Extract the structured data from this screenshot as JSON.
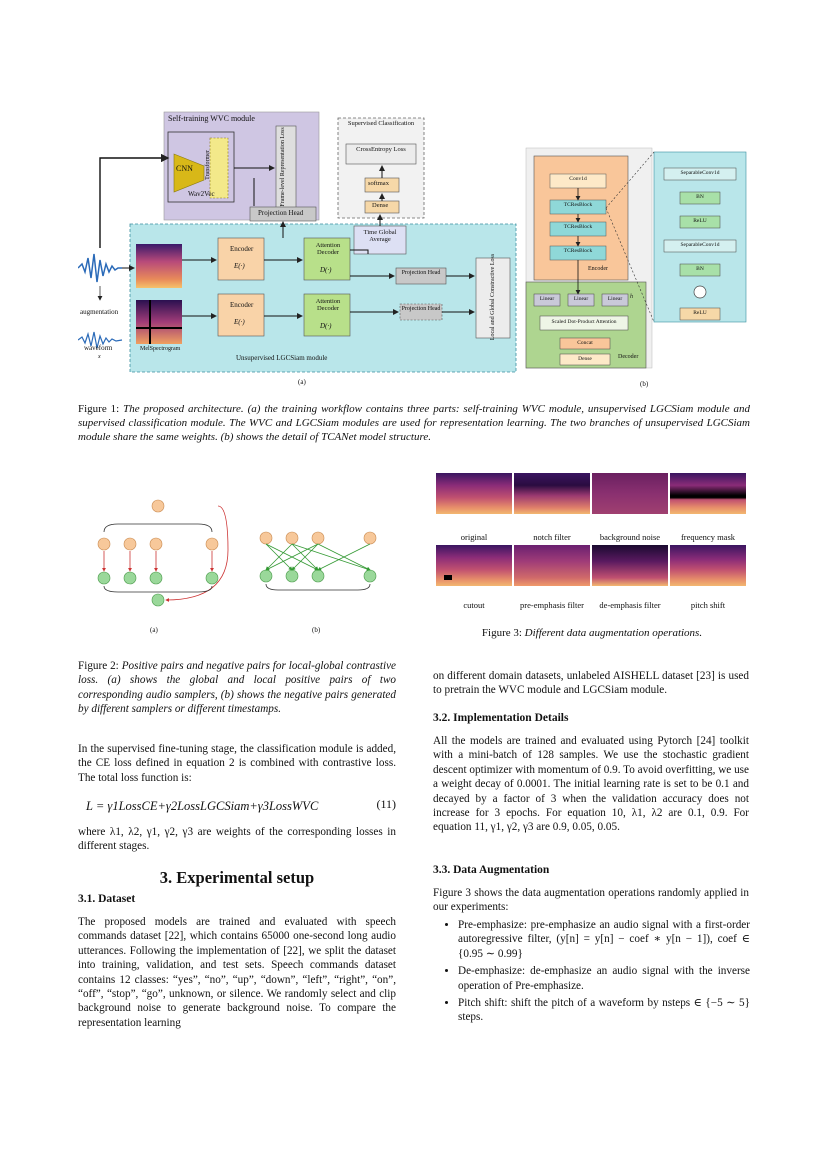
{
  "figure1": {
    "top_label": "Self-training WVC module",
    "cnn": "CNN",
    "transformer": "Transformer",
    "wav2vec": "Wav2Vec",
    "frame_level": "Frame-level Representation Loss",
    "proj_head": "Projection Head",
    "supervised": "Supervised Classification",
    "cross_entropy": "CrossEntropy Loss",
    "softmax": "softmax",
    "dense": "Dense",
    "time_global": "Time Global Average",
    "encoder": "Encoder",
    "encoder_fn": "E(·)",
    "attn_decoder": "Attention Decoder",
    "decoder_fn": "D(·)",
    "proj_head2": "Projection Head",
    "proj_head3": "Projection Head",
    "local_global": "Local and Global Constractive Loss",
    "augmentation": "augmentation",
    "waveform": "waveform",
    "waveform_sub": "x",
    "melspec": "MelSpectrogram",
    "unsup_label": "Unsupervised LGCSiam module",
    "sub_a": "(a)",
    "sub_b": "(b)",
    "tcan": {
      "conv1d": "Conv1d",
      "block1": "TCResBlock",
      "block2": "TCResBlock",
      "block3": "TCResBlock",
      "encoder": "Encoder",
      "linear1": "Linear",
      "linear2": "Linear",
      "linear3": "Linear",
      "scaled": "Scaled Dot-Product Attention",
      "concat": "Concat",
      "dense": "Dense",
      "decoder": "Decoder",
      "h": "h",
      "sep1": "SeparableConv1d",
      "bn1": "BN",
      "relu1": "ReLU",
      "sep2": "SeparableConv1d",
      "bn2": "BN",
      "relu2": "ReLU"
    },
    "caption_label": "Figure 1:",
    "caption": "The proposed architecture. (a) the training workflow contains three parts: self-training WVC module, unsupervised LGCSiam module and supervised classification module. The WVC and LGCSiam modules are used for representation learning. The two branches of unsupervised LGCSiam module share the same weights. (b) shows the detail of TCANet model structure."
  },
  "figure2": {
    "sub_a": "(a)",
    "sub_b": "(b)",
    "caption_label": "Figure 2:",
    "caption": "Positive pairs and negative pairs for local-global contrastive loss. (a) shows the global and local positive pairs of two corresponding audio samplers, (b) shows the negative pairs generated by different samplers or different timestamps."
  },
  "figure3": {
    "labels": [
      "original",
      "notch filter",
      "background noise",
      "frequency mask",
      "cutout",
      "pre-emphasis filter",
      "de-emphasis filter",
      "pitch shift"
    ],
    "caption_label": "Figure 3:",
    "caption": "Different data augmentation operations."
  },
  "left": {
    "para1": "In the supervised fine-tuning stage, the classification module is added, the CE loss defined in equation 2 is combined with contrastive loss. The total loss function is:",
    "equation": "L = γ1LossCE+γ2LossLGCSiam+γ3LossWVC",
    "eq_num": "(11)",
    "para2": "where λ1, λ2, γ1, γ2, γ3 are weights of the corresponding losses in different stages.",
    "section3": "3.   Experimental setup",
    "sub31": "3.1.   Dataset",
    "para3": "The proposed models are trained and evaluated with speech commands dataset [22], which contains 65000 one-second long audio utterances. Following the implementation of [22], we split the dataset into training, validation, and test sets. Speech commands dataset contains 12 classes: “yes”, “no”, “up”, “down”, “left”, “right”, “on”, “off”, “stop”, “go”, unknown, or silence. We randomly select and clip background noise to generate background noise. To compare the representation learning"
  },
  "right": {
    "para0": "on different domain datasets, unlabeled AISHELL dataset [23] is used to pretrain the WVC module and LGCSiam module.",
    "sub32": "3.2.   Implementation Details",
    "para1": "All the models are trained and evaluated using Pytorch [24] toolkit with a mini-batch of 128 samples. We use the stochastic gradient descent optimizer with momentum of 0.9. To avoid overfitting, we use a weight decay of 0.0001. The initial learning rate is set to be 0.1 and decayed by a factor of 3 when the validation accuracy does not increase for 3 epochs. For equation 10, λ1, λ2 are 0.1, 0.9. For equation 11, γ1, γ2, γ3 are 0.9, 0.05, 0.05.",
    "sub33": "3.3.   Data Augmentation",
    "para2": "Figure 3 shows the data augmentation operations randomly applied in our experiments:",
    "bullets": [
      "Pre-emphasize: pre-emphasize an audio signal with a first-order autoregressive filter, (y[n] = y[n] − coef ∗ y[n − 1]), coef ∈ {0.95 ∼ 0.99}",
      "De-emphasize: de-emphasize an audio signal with the inverse operation of Pre-emphasize.",
      "Pitch shift: shift the pitch of a waveform by nsteps ∈ {−5 ∼ 5} steps."
    ]
  }
}
